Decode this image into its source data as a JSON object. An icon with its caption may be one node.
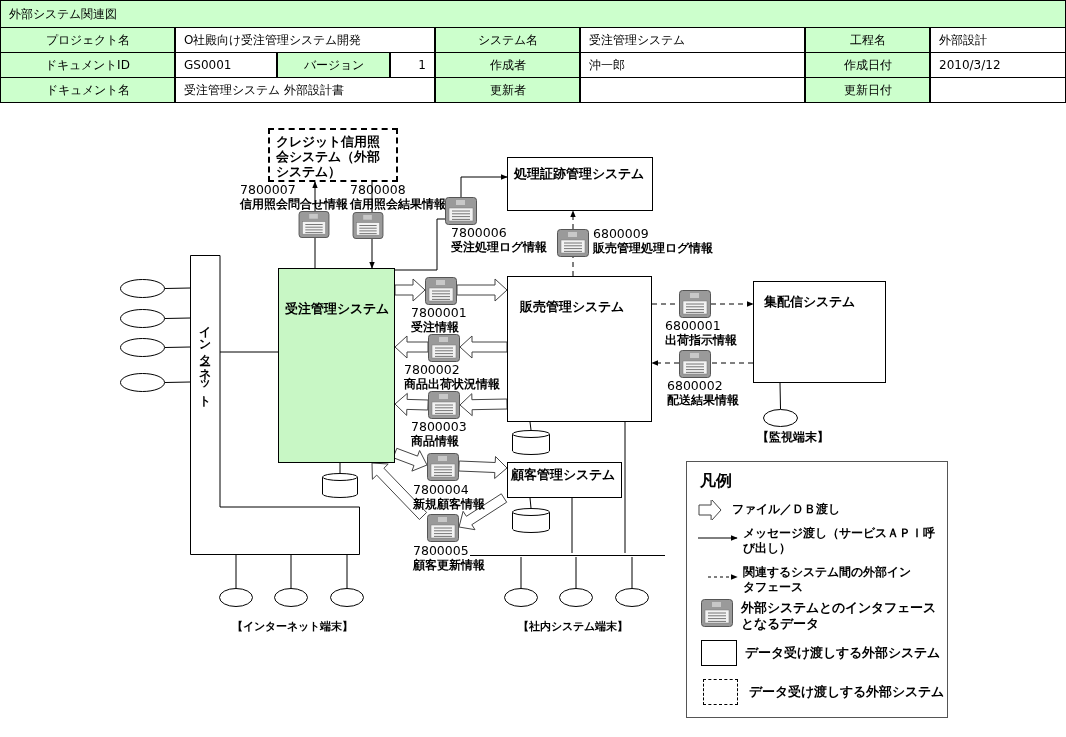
{
  "diagram": {
    "title": "外部システム関連図",
    "nodes": [
      {
        "text": [
          "クレジット信用照会システム（外部システム）"
        ]
      },
      {
        "text": [
          "処理証跡管理システム"
        ]
      },
      {
        "text": [
          "受注管理システム"
        ]
      },
      {
        "text": [
          "インターネット"
        ]
      },
      {
        "text": [
          "販売管理システム"
        ]
      },
      {
        "text": [
          "集配信システム"
        ]
      },
      {
        "text": [
          "顧客管理システム"
        ]
      },
      {
        "text": [],
        "shape": "document",
        "beside": [
          "7800007",
          "信用照会問合せ情報"
        ]
      },
      {
        "text": [],
        "shape": "document",
        "beside": [
          "7800008",
          "信用照会結果情報"
        ]
      },
      {
        "text": [],
        "shape": "document",
        "beside": [
          "7800006",
          "受注処理ログ情報"
        ]
      },
      {
        "text": [],
        "shape": "document",
        "beside": [
          "6800009",
          "販売管理処理ログ情報"
        ]
      },
      {
        "text": [],
        "shape": "document",
        "beside": [
          "7800001",
          "受注情報"
        ]
      },
      {
        "text": [],
        "shape": "document",
        "beside": [
          "6800001",
          "出荷指示情報"
        ]
      },
      {
        "text": [],
        "shape": "document",
        "beside": [
          "7800002",
          "商品出荷状況情報"
        ]
      },
      {
        "text": [],
        "shape": "document",
        "beside": [
          "6800002",
          "配送結果情報"
        ]
      },
      {
        "text": [],
        "shape": "document",
        "beside": [
          "7800003",
          "商品情報"
        ]
      },
      {
        "text": [],
        "shape": "document",
        "beside": [
          "7800004",
          "新規顧客情報"
        ]
      },
      {
        "text": [],
        "shape": "document",
        "beside": [
          "7800005",
          "顧客更新情報"
        ]
      },
      {
        "text": [],
        "shape": "ellipse"
      },
      {
        "text": [],
        "shape": "ellipse"
      },
      {
        "text": [],
        "shape": "ellipse"
      },
      {
        "text": [],
        "shape": "ellipse"
      },
      {
        "text": [],
        "shape": "cylinder"
      },
      {
        "text": [],
        "shape": "cylinder"
      },
      {
        "text": [],
        "shape": "cylinder"
      },
      {
        "text": [],
        "shape": "ellipse"
      },
      {
        "text": [],
        "shape": "ellipse"
      },
      {
        "text": [],
        "shape": "ellipse"
      },
      {
        "text": [],
        "shape": "line"
      },
      {
        "text": [],
        "shape": "ellipse"
      },
      {
        "text": [],
        "shape": "ellipse"
      },
      {
        "text": [],
        "shape": "ellipse"
      },
      {
        "text": [],
        "shape": "ellipse",
        "beside": [
          "【監視端末】"
        ]
      }
    ],
    "edges": [
      {
        "from": 2,
        "to": 7,
        "arrow": "none"
      },
      {
        "from": 7,
        "to": 0,
        "arrow": "to"
      },
      {
        "from": 0,
        "to": 8,
        "arrow": "none"
      },
      {
        "from": 8,
        "to": 2,
        "arrow": "to"
      },
      {
        "from": 2,
        "to": 9,
        "arrow": "none"
      },
      {
        "from": 9,
        "to": 1,
        "arrow": "to"
      },
      {
        "from": 4,
        "to": 10,
        "arrow": "none",
        "style": "dashed"
      },
      {
        "from": 10,
        "to": 1,
        "arrow": "to",
        "style": "dashed"
      },
      {
        "from": 4,
        "to": 12,
        "arrow": "none",
        "style": "dashed"
      },
      {
        "from": 12,
        "to": 5,
        "arrow": "to",
        "style": "dashed"
      },
      {
        "from": 5,
        "to": 14,
        "arrow": "none",
        "style": "dashed"
      },
      {
        "from": 14,
        "to": 4,
        "arrow": "to",
        "style": "dashed"
      },
      {
        "from": 2,
        "to": 11,
        "arrow": "to",
        "style": "thick"
      },
      {
        "from": 11,
        "to": 4,
        "arrow": "to",
        "style": "thick"
      },
      {
        "from": 4,
        "to": 13,
        "arrow": "to",
        "style": "thick"
      },
      {
        "from": 13,
        "to": 2,
        "arrow": "to",
        "style": "thick"
      },
      {
        "from": 4,
        "to": 15,
        "arrow": "to",
        "style": "thick"
      },
      {
        "from": 15,
        "to": 2,
        "arrow": "to",
        "style": "thick"
      },
      {
        "from": 2,
        "to": 16,
        "arrow": "to",
        "style": "thick"
      },
      {
        "from": 16,
        "to": 6,
        "arrow": "to",
        "style": "thick"
      },
      {
        "from": 6,
        "to": 17,
        "arrow": "to",
        "style": "thick"
      },
      {
        "from": 17,
        "to": 2,
        "arrow": "to",
        "style": "thick"
      },
      {
        "from": 18,
        "to": 3,
        "arrow": "none"
      },
      {
        "from": 19,
        "to": 3,
        "arrow": "none"
      },
      {
        "from": 20,
        "to": 3,
        "arrow": "none"
      },
      {
        "from": 21,
        "to": 3,
        "arrow": "none"
      },
      {
        "from": 3,
        "to": 2,
        "arrow": "none"
      },
      {
        "from": 3,
        "to": 25,
        "arrow": "none"
      },
      {
        "from": 3,
        "to": 26,
        "arrow": "none"
      },
      {
        "from": 3,
        "to": 27,
        "arrow": "none"
      },
      {
        "from": 4,
        "to": 28,
        "arrow": "none"
      },
      {
        "from": 6,
        "to": 28,
        "arrow": "none"
      },
      {
        "from": 28,
        "to": 29,
        "arrow": "none"
      },
      {
        "from": 28,
        "to": 30,
        "arrow": "none"
      },
      {
        "from": 28,
        "to": 31,
        "arrow": "none"
      },
      {
        "from": 2,
        "to": 22,
        "arrow": "none"
      },
      {
        "from": 4,
        "to": 23,
        "arrow": "none"
      },
      {
        "from": 6,
        "to": 24,
        "arrow": "none"
      },
      {
        "from": 5,
        "to": 32,
        "arrow": "none"
      }
    ],
    "labels": [
      "プロジェクト名",
      "O社殿向け受注管理システム開発",
      "システム名",
      "受注管理システム",
      "工程名",
      "外部設計",
      "ドキュメントID",
      "GS0001",
      "バージョン",
      "1",
      "作成者",
      "沖一郎",
      "作成日付",
      "2010/3/12",
      "ドキュメント名",
      "受注管理システム 外部設計書",
      "更新者",
      "更新日付",
      "【インターネット端末】",
      "【社内システム端末】",
      "凡例"
    ],
    "legend": [
      {
        "text": "ファイル／ＤＢ渡し"
      },
      {
        "text": "メッセージ渡し（サービスＡＰＩ呼び出し）"
      },
      {
        "text": "関連するシステム間の外部インタフェース"
      },
      {
        "text": "外部システムとのインタフェースとなるデータ"
      },
      {
        "text": "データ受け渡しする外部システム"
      },
      {
        "text": "データ受け渡しする外部システム"
      }
    ]
  }
}
